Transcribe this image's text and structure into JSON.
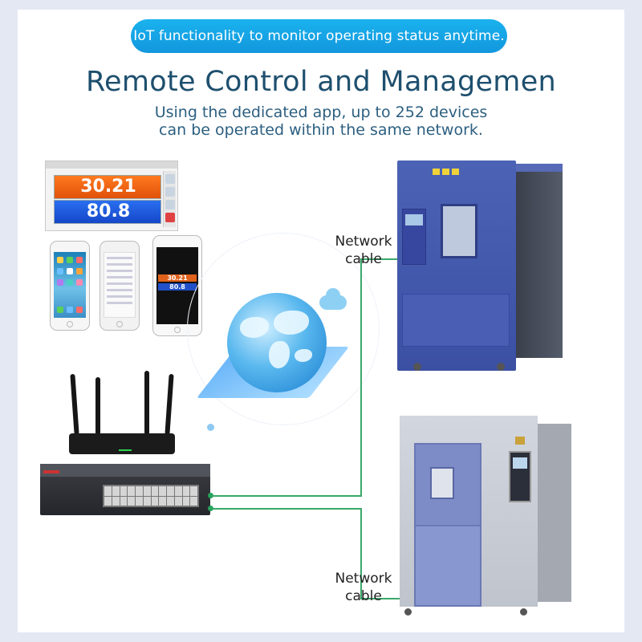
{
  "header": {
    "pill_text": "IoT functionality to monitor operating status anytime.",
    "title": "Remote Control and Managemen",
    "subtitle_line1": "Using the dedicated app, up to 252 devices",
    "subtitle_line2": "can be operated within the same network."
  },
  "app_screenshot": {
    "value_top": "30.21",
    "value_bottom": "80.8"
  },
  "phone_small": {
    "value_top": "30.21",
    "value_bottom": "80.8"
  },
  "labels": {
    "network_cable_top_line1": "Network",
    "network_cable_top_line2": "cable",
    "network_cable_bottom_line1": "Network",
    "network_cable_bottom_line2": "cable"
  },
  "colors": {
    "pill": "#1297dd",
    "title": "#1e4f6e",
    "cable": "#3aa86a",
    "chamber_blue": "#3b50a3",
    "chamber_grey": "#c5cad3"
  }
}
